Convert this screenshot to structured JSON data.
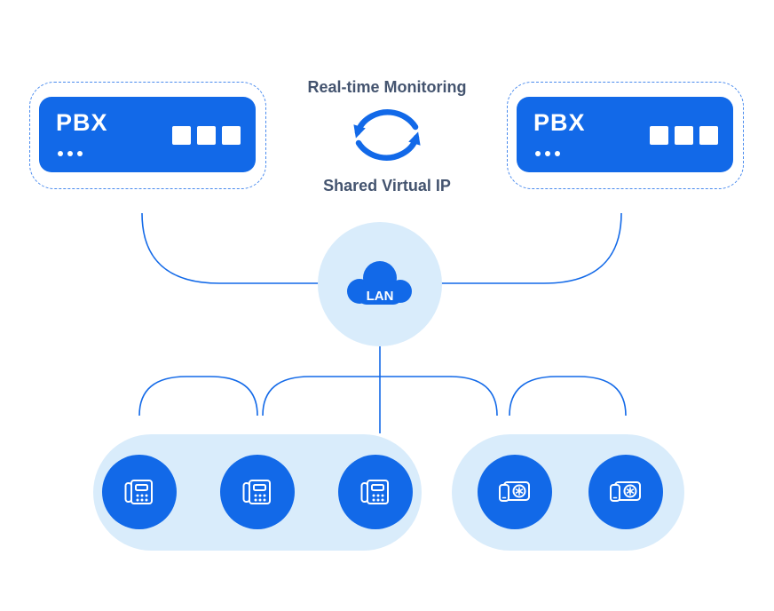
{
  "colors": {
    "primary_blue": "#1269E8",
    "light_blue": "#D9ECFB",
    "dashed_outline_blue": "#4A8BEE",
    "label_text": "#44546F",
    "white": "#FFFFFF"
  },
  "monitoring": {
    "top_label": "Real-time Monitoring",
    "bottom_label": "Shared Virtual IP",
    "icon": "sync-arrows-icon"
  },
  "pbx_left": {
    "label": "PBX",
    "status_dots": 3,
    "port_squares": 3
  },
  "pbx_right": {
    "label": "PBX",
    "status_dots": 3,
    "port_squares": 3
  },
  "network": {
    "lan_label": "LAN",
    "icon": "cloud-icon"
  },
  "endpoints": {
    "ip_phone_group": {
      "icon": "desk-phone-icon",
      "count": 3
    },
    "softphone_group": {
      "icon": "multi-device-icon",
      "count": 2
    }
  }
}
